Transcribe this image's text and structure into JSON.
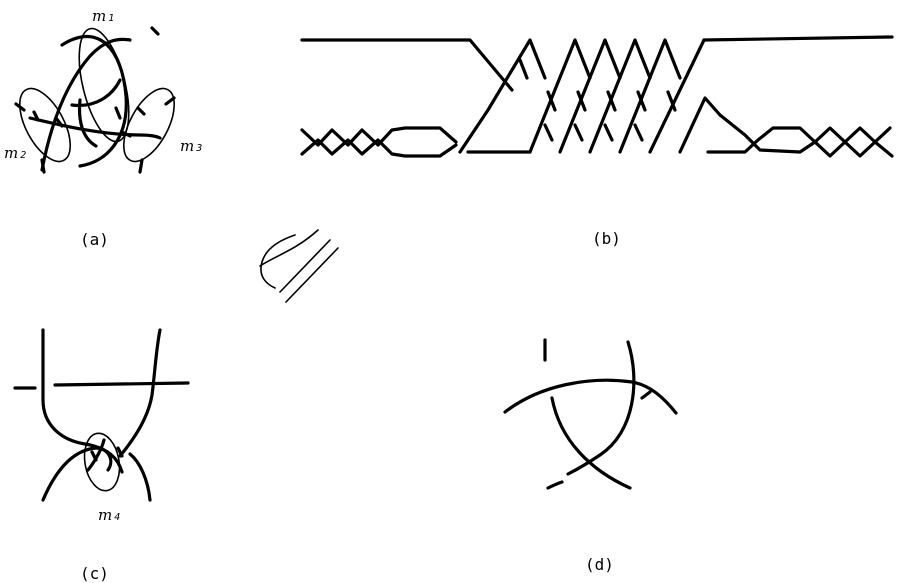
{
  "panels": [
    {
      "id": "a",
      "caption": "(a)"
    },
    {
      "id": "b",
      "caption": "(b)"
    },
    {
      "id": "c",
      "caption": "(c)"
    },
    {
      "id": "d",
      "caption": "(d)"
    }
  ],
  "meridians": [
    {
      "letter": "m",
      "index": "1"
    },
    {
      "letter": "m",
      "index": "2"
    },
    {
      "letter": "m",
      "index": "3"
    },
    {
      "letter": "m",
      "index": "4"
    }
  ]
}
